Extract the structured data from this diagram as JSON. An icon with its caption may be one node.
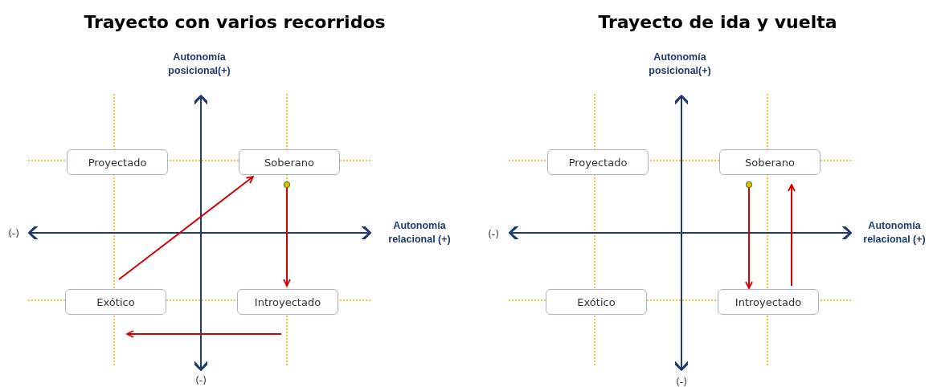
{
  "diagram": {
    "nodes": [
      {
        "text": [
          "Proyectado"
        ]
      },
      {
        "text": [
          "Soberano"
        ]
      },
      {
        "text": [
          "Exótico"
        ]
      },
      {
        "text": [
          "Introyectado"
        ]
      },
      {
        "text": [
          "Proyectado"
        ]
      },
      {
        "text": [
          "Soberano"
        ]
      },
      {
        "text": [
          "Exótico"
        ]
      },
      {
        "text": [
          "Introyectado"
        ]
      }
    ],
    "edges": [
      {
        "from": 2,
        "to": 1,
        "arrow": "to",
        "color": "#d40000"
      },
      {
        "from": 1,
        "to": 3,
        "arrow": "to",
        "color": "#d40000"
      },
      {
        "from": 3,
        "to": 2,
        "arrow": "to",
        "color": "#d40000"
      },
      {
        "from": 5,
        "to": 7,
        "arrow": "to",
        "color": "#d40000"
      },
      {
        "from": 7,
        "to": 5,
        "arrow": "to",
        "color": "#d40000"
      }
    ],
    "labels": [
      "Trayecto con varios recorridos",
      "Trayecto de ida y vuelta",
      "Autonomía posicional(+)",
      "Autonomía posicional(+)",
      "(-)",
      "Autonomía relacional (+)",
      "(-)",
      "Autonomía relacional (+)",
      "(-)",
      "(-)"
    ]
  }
}
